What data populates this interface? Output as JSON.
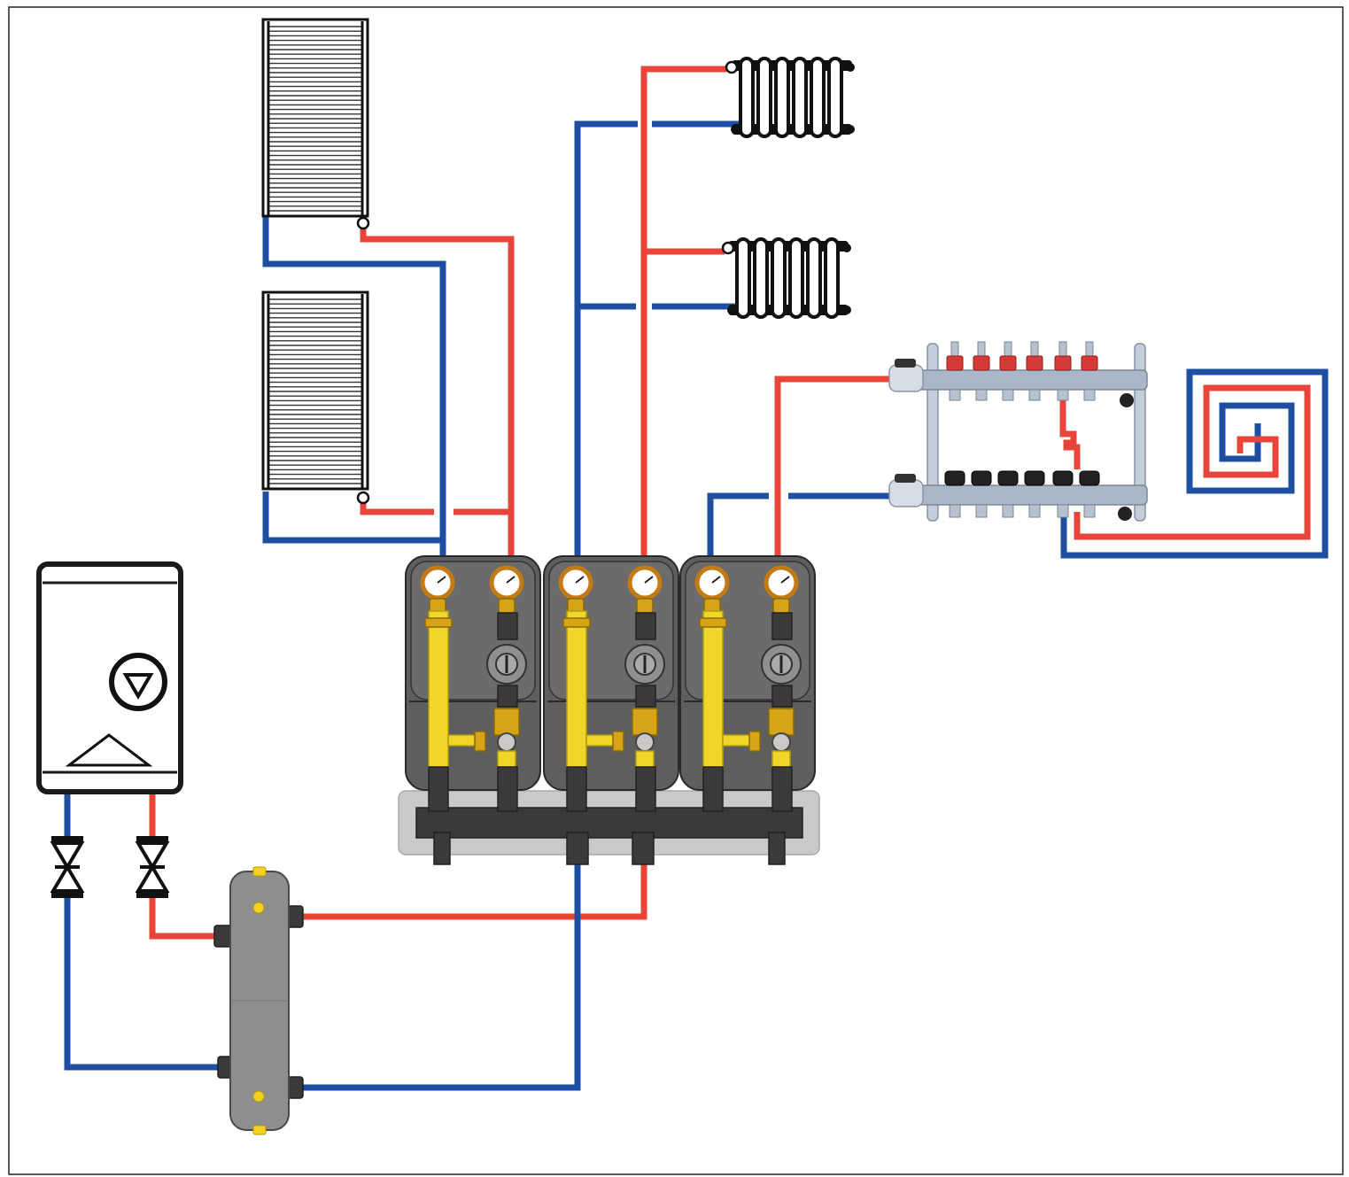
{
  "diagram": {
    "colors": {
      "supply_pipe": "#e8443a",
      "return_pipe": "#1f4fa3",
      "frame": "#222222",
      "station_gray": "#5e5e5e",
      "brass": "#f1d62a"
    },
    "components": {
      "boiler": {
        "icon": "gas-boiler-icon",
        "symbol_pump": "pump-symbol-icon",
        "symbol_burner": "triangle-symbol-icon"
      },
      "shutoff_valves": {
        "count": 2,
        "icon": "valve-icon"
      },
      "hydraulic_separator": {
        "icon": "hydraulic-separator-icon"
      },
      "distribution_manifold": {
        "icon": "distribution-manifold-icon"
      },
      "pump_stations": {
        "count": 3,
        "icon": "pump-station-icon"
      },
      "towel_radiators": {
        "count": 2,
        "icon": "towel-radiator-icon"
      },
      "sectional_radiators": {
        "count": 2,
        "icon": "sectional-radiator-icon"
      },
      "underfloor_manifold": {
        "icon": "underfloor-manifold-icon",
        "loops": 6
      },
      "underfloor_loop": {
        "icon": "floor-heating-coil-icon"
      }
    }
  }
}
